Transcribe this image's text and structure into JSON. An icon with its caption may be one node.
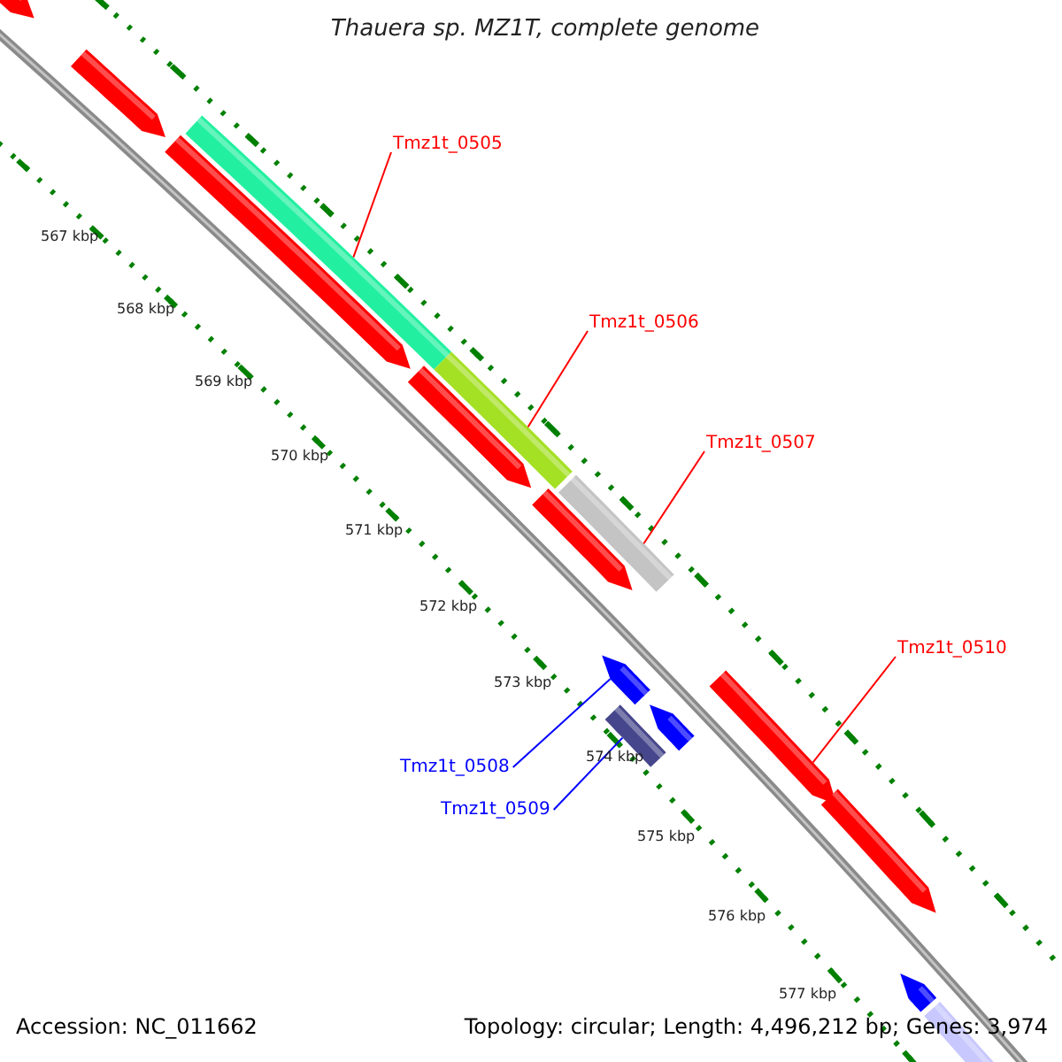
{
  "diagram": {
    "title": "Thauera sp. MZ1T, complete genome",
    "nodes": [
      {
        "text": [
          "Tmz1t_0505"
        ]
      },
      {
        "text": [],
        "shape": "bar"
      },
      {
        "text": [
          "Tmz1t_0506"
        ]
      },
      {
        "text": [],
        "shape": "bar"
      },
      {
        "text": [
          "Tmz1t_0507"
        ]
      },
      {
        "text": [],
        "shape": "bar"
      },
      {
        "text": [
          "Tmz1t_0510"
        ]
      },
      {
        "text": [],
        "shape": "bar"
      },
      {
        "text": [
          "Tmz1t_0508"
        ]
      },
      {
        "text": [],
        "shape": "bar"
      },
      {
        "text": [
          "Tmz1t_0509"
        ]
      },
      {
        "text": [],
        "shape": "bar"
      },
      {
        "text": [],
        "shape": "bar"
      },
      {
        "text": [],
        "shape": "bar"
      },
      {
        "text": [],
        "shape": "bar"
      },
      {
        "text": [],
        "shape": "bar"
      },
      {
        "text": [],
        "shape": "bar"
      },
      {
        "text": [],
        "shape": "bar"
      },
      {
        "text": [],
        "shape": "bar"
      },
      {
        "text": [],
        "shape": "bar"
      },
      {
        "text": [],
        "shape": "bar"
      }
    ],
    "edges": [
      {
        "from": 0,
        "to": 1,
        "arrow": "none"
      },
      {
        "from": 2,
        "to": 3,
        "arrow": "none"
      },
      {
        "from": 4,
        "to": 5,
        "arrow": "none"
      },
      {
        "from": 6,
        "to": 7,
        "arrow": "none"
      },
      {
        "from": 8,
        "to": 9,
        "arrow": "none",
        "color": "#0000ff"
      },
      {
        "from": 10,
        "to": 11,
        "arrow": "none",
        "color": "#0000ff"
      }
    ],
    "labels": [
      "567 kbp",
      "568 kbp",
      "569 kbp",
      "570 kbp",
      "571 kbp",
      "572 kbp",
      "573 kbp",
      "574 kbp",
      "575 kbp",
      "576 kbp",
      "577 kbp",
      "Accession: NC_011662",
      "Topology: circular; Length: 4,496,212 bp; Genes: 3,974"
    ]
  }
}
